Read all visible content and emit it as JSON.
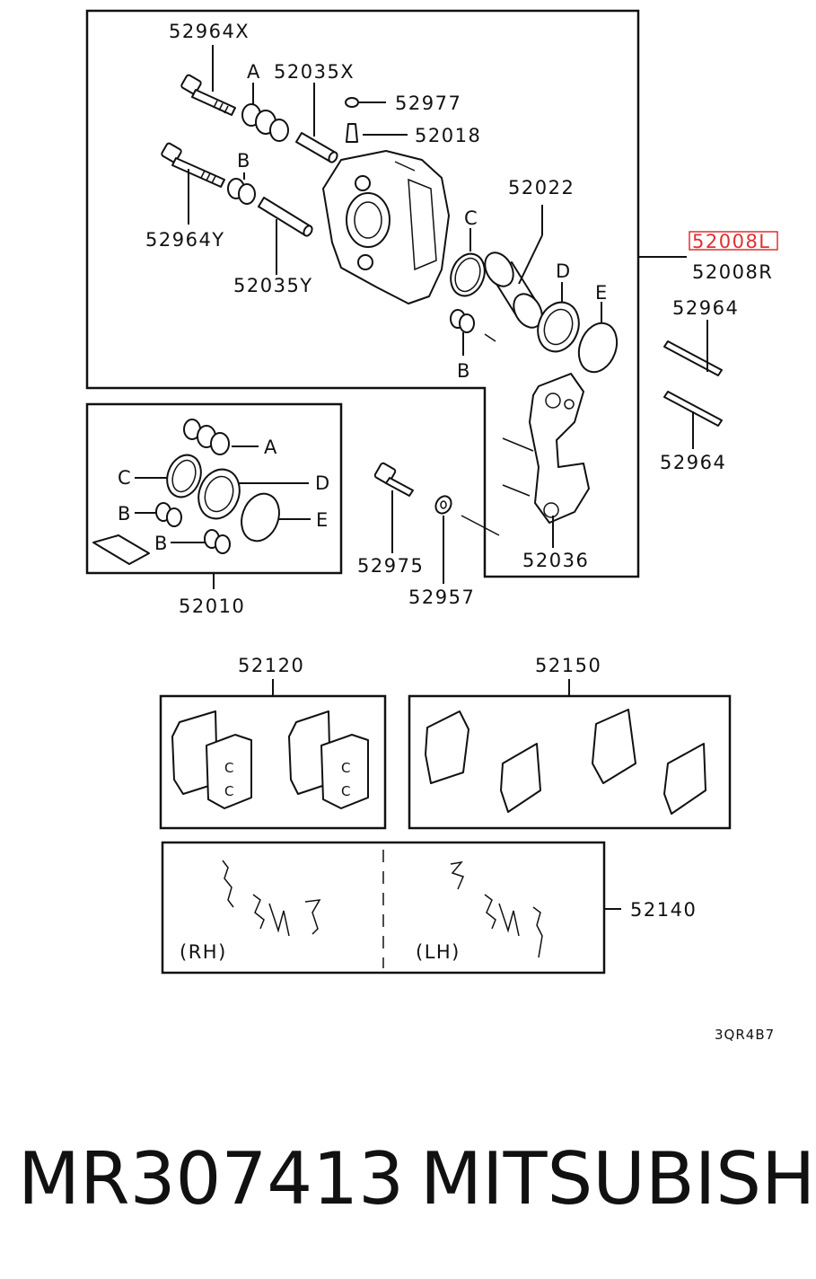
{
  "diagram": {
    "labels": {
      "p52964X": "52964X",
      "p52035X": "52035X",
      "p52977": "52977",
      "p52018": "52018",
      "p52022": "52022",
      "p52008L": "52008L",
      "p52008R": "52008R",
      "p52964Y": "52964Y",
      "p52035Y": "52035Y",
      "p52964a": "52964",
      "p52964b": "52964",
      "p52975": "52975",
      "p52957": "52957",
      "p52036": "52036",
      "p52010": "52010",
      "p52120": "52120",
      "p52150": "52150",
      "p52140": "52140"
    },
    "letters": {
      "a_top": "A",
      "b_top": "B",
      "c_top": "C",
      "d_top": "D",
      "e_top": "E",
      "b_mid": "B",
      "a_kit": "A",
      "c_kit": "C",
      "d_kit": "D",
      "b_kit1": "B",
      "e_kit": "E",
      "b_kit2": "B"
    },
    "side_labels": {
      "rh": "(RH)",
      "lh": "(LH)"
    },
    "drawing_code": "3QR4B7",
    "highlight_color": "#e03030"
  },
  "footer": {
    "part_number": "MR307413",
    "brand": "MITSUBISHI"
  }
}
